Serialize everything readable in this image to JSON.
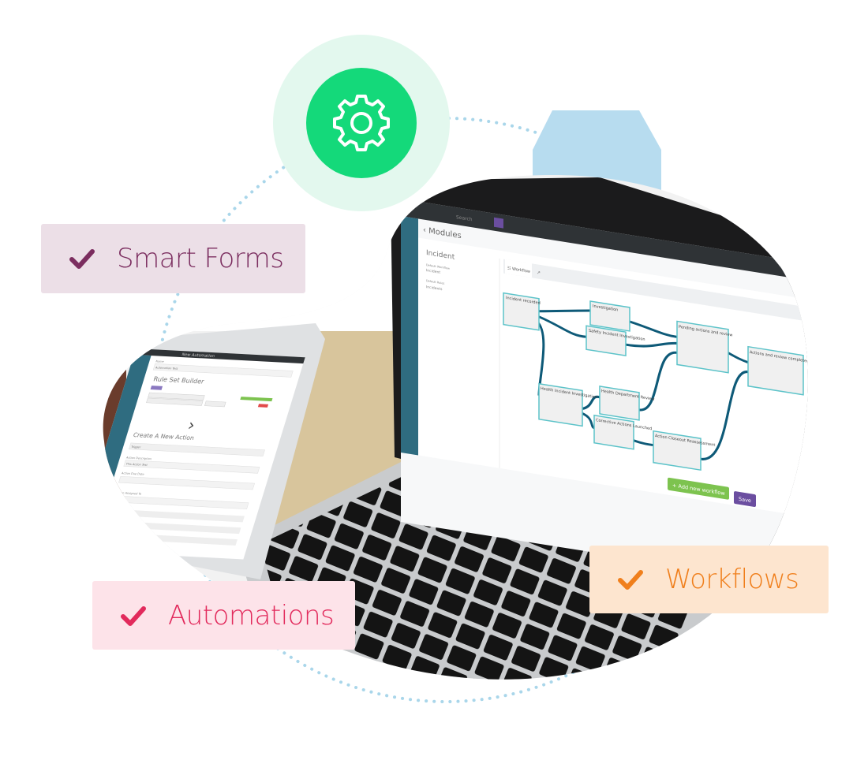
{
  "colors": {
    "gear_green": "#14d97a",
    "gear_halo": "#e3f8ee",
    "dots": "#a9d6ea",
    "hexagon": "#b7dcef",
    "forms_text": "#7b2d5f",
    "automations_text": "#e22a5c",
    "workflows_text": "#f07f1c",
    "node_border": "#5cc3c9",
    "connector": "#0e5a78"
  },
  "hub_icon": "gear-icon",
  "badges": {
    "smart_forms": "Smart Forms",
    "automations": "Automations",
    "workflows": "Workflows"
  },
  "laptop": {
    "topbar": {
      "search_label": "Search"
    },
    "back_label": "‹ Modules",
    "module_title": "Incident",
    "fields": [
      {
        "label": "Default Workflow",
        "value": "Incident"
      },
      {
        "label": "Default Rules",
        "value": "Incidents"
      }
    ],
    "tab_label": "☷ Workflow",
    "nodes": [
      "Incident recorded",
      "Investigation",
      "Safety Incident Investigation",
      "Pending actions and review",
      "Actions and review completed",
      "Health Incident Investigation",
      "Health Department Review",
      "Corrective Actions Launched",
      "Action Closeout Reassessment"
    ],
    "add_workflow_button": "+ Add new workflow",
    "save_button": "Save"
  },
  "tablet": {
    "title": "New Automation",
    "name_label": "Name",
    "name_value": "Automation Test",
    "rule_builder": "Rule Set Builder",
    "create_action": "Create A New Action",
    "trigger_value": "Trigger",
    "action_description": "Action Description",
    "action_value": "This Action Test",
    "action_due": "Action Due Date",
    "assigned": "Action Assigned To"
  }
}
